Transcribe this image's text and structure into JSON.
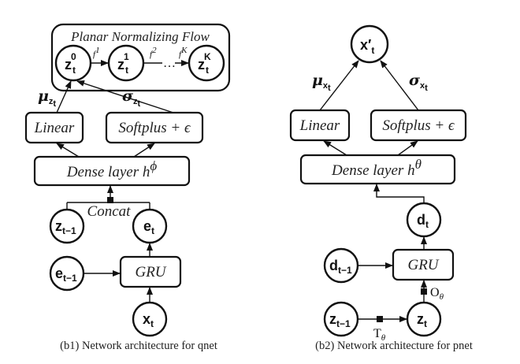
{
  "qnet": {
    "flow_title": "Planar Normalizing Flow",
    "z0": {
      "base": "z",
      "sub": "t",
      "sup": "0"
    },
    "z1": {
      "base": "z",
      "sub": "t",
      "sup": "1"
    },
    "zK": {
      "base": "z",
      "sub": "t",
      "sup": "K"
    },
    "f1": {
      "base": "f",
      "sup": "1"
    },
    "f2": {
      "base": "f",
      "sup": "2"
    },
    "fK": {
      "base": "f",
      "sup": "K"
    },
    "dots": "…",
    "mu": {
      "base": "μ",
      "sub": "z",
      "subsub": "t"
    },
    "sigma": {
      "base": "σ",
      "sub": "z",
      "subsub": "t"
    },
    "linear": "Linear",
    "softplus": "Softplus + ϵ",
    "dense": {
      "text": "Dense layer h",
      "sup": "ϕ"
    },
    "concat": "Concat",
    "z_prev": {
      "base": "z",
      "sub": "t−1"
    },
    "e_t": {
      "base": "e",
      "sub": "t"
    },
    "e_prev": {
      "base": "e",
      "sub": "t−1"
    },
    "gru": "GRU",
    "x_t": {
      "base": "x",
      "sub": "t"
    },
    "caption": "(b1) Network architecture  for qnet"
  },
  "pnet": {
    "x_out": {
      "base": "x′",
      "sub": "t"
    },
    "mu": {
      "base": "μ",
      "sub": "x",
      "subsub": "t"
    },
    "sigma": {
      "base": "σ",
      "sub": "x",
      "subsub": "t"
    },
    "linear": "Linear",
    "softplus": "Softplus + ϵ",
    "dense": {
      "text": "Dense layer h",
      "sup": "θ"
    },
    "d_t": {
      "base": "d",
      "sub": "t"
    },
    "d_prev": {
      "base": "d",
      "sub": "t−1"
    },
    "gru": "GRU",
    "o_theta": {
      "base": "O",
      "sub": "θ"
    },
    "z_prev": {
      "base": "z",
      "sub": "t−1"
    },
    "t_theta": {
      "base": "T",
      "sub": "θ"
    },
    "z_t": {
      "base": "z",
      "sub": "t"
    },
    "caption": "(b2) Network architecture  for pnet"
  }
}
